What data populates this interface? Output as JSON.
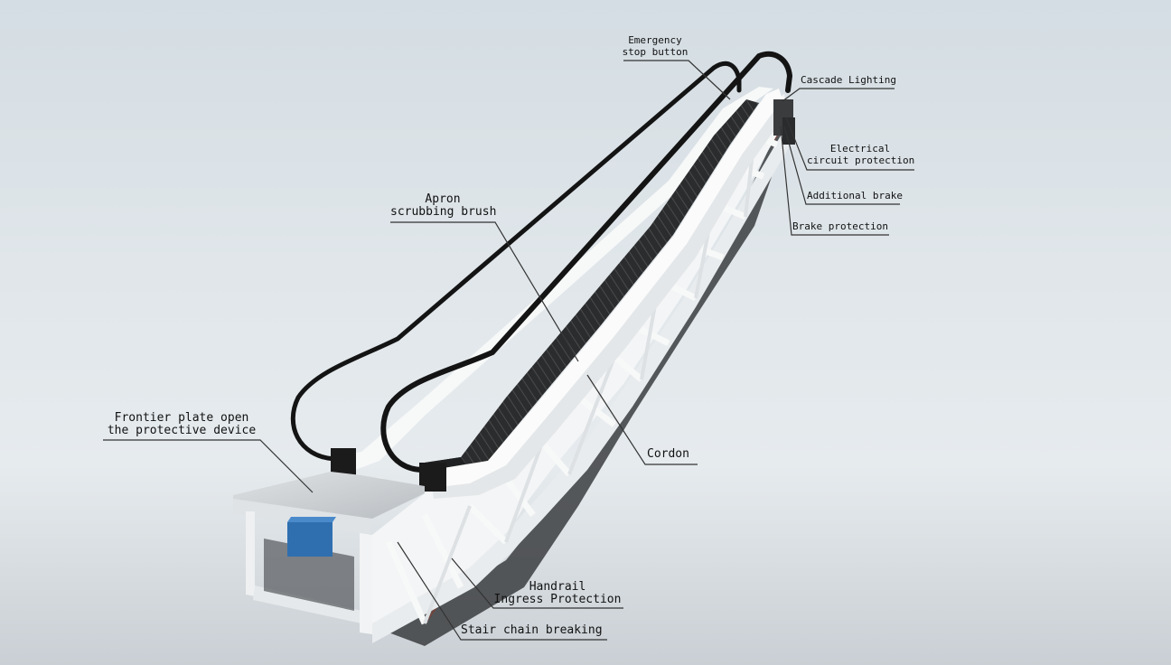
{
  "labels": {
    "emergency_stop": [
      "Emergency",
      "stop button"
    ],
    "cascade_lighting": "Cascade Lighting",
    "electrical_circuit": [
      "Electrical",
      "circuit protection"
    ],
    "additional_brake": "Additional brake",
    "brake_protection": "Brake protection",
    "apron_brush": [
      "Apron",
      "scrubbing brush"
    ],
    "frontier_plate": [
      "Frontier plate open",
      "the protective device"
    ],
    "cordon": "Cordon",
    "handrail_ingress": [
      "Handrail",
      "Ingress Protection"
    ],
    "stair_chain": "Stair chain breaking"
  },
  "colors": {
    "truss": "#f2f4f5",
    "steps": "#2a2b2c",
    "handrail": "#151515",
    "motor": "#2f6fb0",
    "leader": "#333333"
  }
}
